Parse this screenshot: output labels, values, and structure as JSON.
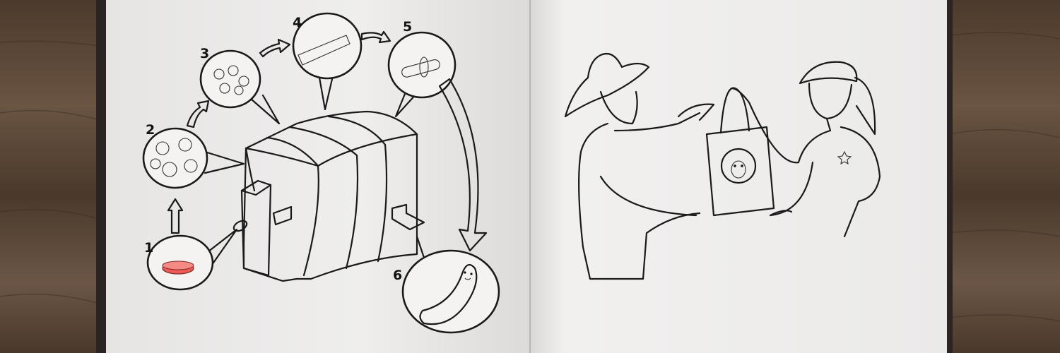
{
  "colors": {
    "wood": "#5a4636",
    "page": "#efeeed",
    "ink": "#1a1a1a",
    "petri_dish": "#ee5b55"
  },
  "left_page": {
    "step_labels": [
      "1",
      "2",
      "3",
      "4",
      "5",
      "6"
    ]
  }
}
